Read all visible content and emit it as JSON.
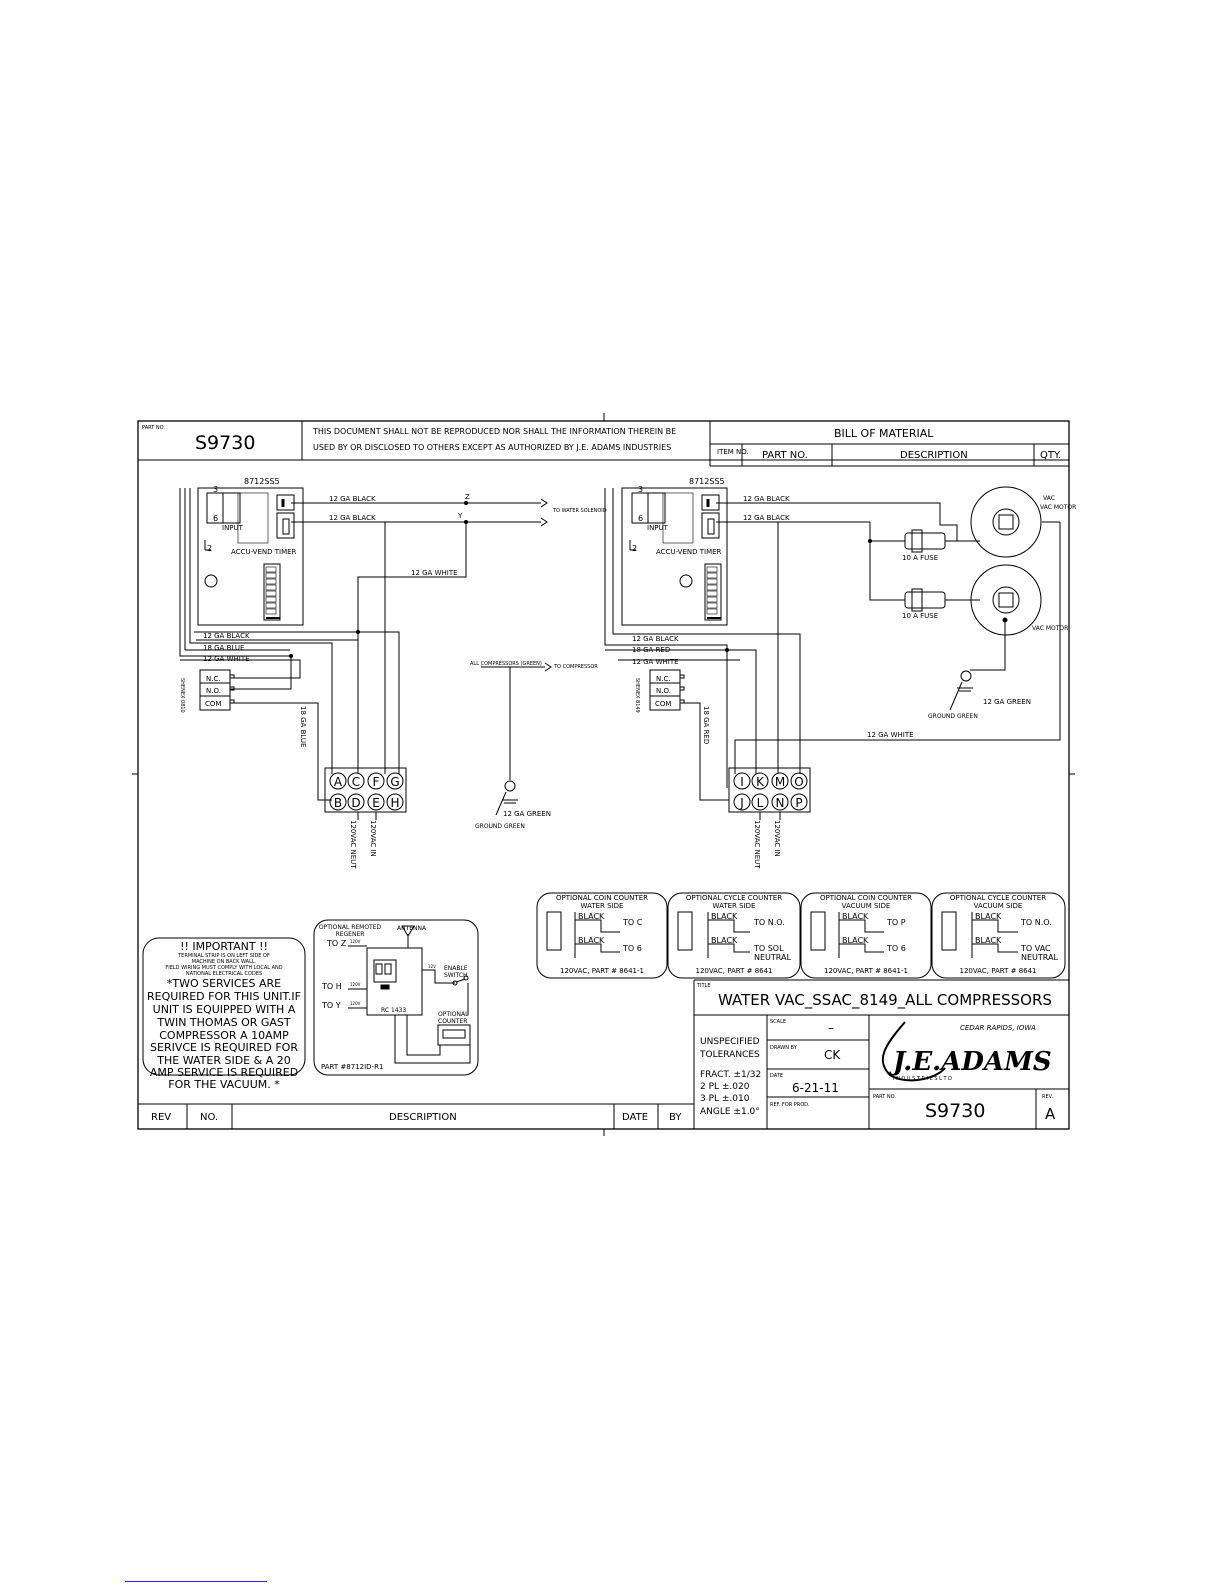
{
  "header": {
    "part_no_label": "PART NO.",
    "part_no": "S9730",
    "notice_line1": "THIS DOCUMENT SHALL NOT BE REPRODUCED NOR SHALL THE INFORMATION THEREIN BE",
    "notice_line2": "USED BY OR DISCLOSED TO OTHERS EXCEPT AS AUTHORIZED BY J.E. ADAMS INDUSTRIES",
    "bom_title": "BILL OF MATERIAL",
    "bom_cols": [
      "ITEM NO.",
      "PART NO.",
      "DESCRIPTION",
      "QTY."
    ]
  },
  "water_side": {
    "timer_part": "8712SS5",
    "timer_name": "ACCU-VEND TIMER",
    "input": "INPUT",
    "pin3": "3",
    "pin6": "6",
    "pin2": "2",
    "w1": "12 GA BLACK",
    "w2": "12 GA BLACK",
    "w3": "12 GA WHITE",
    "w4": "12 GA BLACK",
    "w5": "18 GA BLUE",
    "w6": "12 GA WHITE",
    "w7": "18 GA BLUE",
    "z": "Z",
    "y": "Y",
    "solenoid_to": "TO WATER SOLENOID",
    "relay_brand": "SHENEX 0810",
    "nc": "N.C.",
    "no": "N.O.",
    "com": "COM",
    "terminals_top": [
      "A",
      "C",
      "F",
      "G"
    ],
    "terminals_bottom": [
      "B",
      "D",
      "E",
      "H"
    ],
    "neut": "120VAC NEUT",
    "in": "120VAC IN"
  },
  "compressor": {
    "label": "ALL COMPRESSORS (GREEN)",
    "to": "TO COMPRESSOR",
    "ground_wire": "12 GA GREEN",
    "ground": "GROUND GREEN"
  },
  "vacuum_side": {
    "timer_part": "8712SS5",
    "timer_name": "ACCU-VEND TIMER",
    "input": "INPUT",
    "pin3": "3",
    "pin6": "6",
    "pin2": "2",
    "w1": "12 GA BLACK",
    "w2": "12 GA BLACK",
    "w4": "12 GA BLACK",
    "w5": "18 GA RED",
    "w6": "12 GA WHITE",
    "w7": "18 GA RED",
    "w8": "12 GA WHITE",
    "fuse": "10 A FUSE",
    "motor": "VAC MOTOR",
    "ground_wire": "12 GA GREEN",
    "ground": "GROUND GREEN",
    "relay_brand": "SHENEX 8149",
    "nc": "N.C.",
    "no": "N.O.",
    "com": "COM",
    "terminals_top": [
      "I",
      "K",
      "M",
      "O"
    ],
    "terminals_bottom": [
      "J",
      "L",
      "N",
      "P"
    ],
    "neut": "120VAC NEUT",
    "in": "120VAC IN"
  },
  "counters": [
    {
      "title1": "OPTIONAL COIN COUNTER",
      "title2": "WATER SIDE",
      "black": "BLACK",
      "to_a": "TO C",
      "to_b": "TO 6",
      "to_b2": "",
      "part": "120VAC, PART # 8641-1"
    },
    {
      "title1": "OPTIONAL CYCLE COUNTER",
      "title2": "WATER SIDE",
      "black": "BLACK",
      "to_a": "TO N.O.",
      "to_b": "TO SOL",
      "to_b2": "NEUTRAL",
      "part": "120VAC, PART # 8641"
    },
    {
      "title1": "OPTIONAL COIN COUNTER",
      "title2": "VACUUM SIDE",
      "black": "BLACK",
      "to_a": "TO P",
      "to_b": "TO 6",
      "to_b2": "",
      "part": "120VAC, PART # 8641-1"
    },
    {
      "title1": "OPTIONAL CYCLE COUNTER",
      "title2": "VACUUM SIDE",
      "black": "BLACK",
      "to_a": "TO N.O.",
      "to_b": "TO VAC",
      "to_b2": "NEUTRAL",
      "part": "120VAC, PART # 8641"
    }
  ],
  "important": {
    "title": "!!  IMPORTANT  !!",
    "small1": "TERMINAL STRIP IS ON LEFT SIDE OF",
    "small2": "MACHINE ON BACK WALL.",
    "small3": "FIELD WIRING MUST COMPLY WITH LOCAL AND",
    "small4": "NATIONAL ELECTRICAL CODES",
    "lines": [
      "*TWO SERVICES ARE",
      "REQUIRED FOR THIS UNIT.IF",
      "UNIT IS EQUIPPED WITH A",
      "TWIN THOMAS OR GAST",
      "COMPRESSOR A 10AMP",
      "SERIVCE IS REQUIRED FOR",
      "THE WATER SIDE & A 20",
      "AMP SERVICE IS REQUIRED",
      "FOR THE VACUUM. *"
    ]
  },
  "remote": {
    "title1": "OPTIONAL REMOTED",
    "title2": "REGENER",
    "antenna": "ANTENNA",
    "to_z": "TO Z",
    "to_h": "TO H",
    "to_y": "TO Y",
    "wire_a": "120V",
    "wire_b": "12V",
    "model": "RC 1433",
    "enable1": "ENABLE",
    "enable2": "SWITCH",
    "counter1": "OPTIONAL",
    "counter2": "COUNTER",
    "part": "PART #8712ID-R1"
  },
  "title_block": {
    "title_label": "TITLE",
    "title": "WATER VAC_SSAC_8149_ALL COMPRESSORS",
    "unspecified": "UNSPECIFIED",
    "tolerances": "TOLERANCES",
    "fract": "FRACT. ±1/32",
    "pl2": "2 PL  ±.020",
    "pl3": "3 PL  ±.010",
    "angle": "ANGLE ±1.0°",
    "scale_label": "SCALE",
    "scale": "–",
    "drawn_label": "DRAWN BY",
    "drawn": "CK",
    "date_label": "DATE",
    "date": "6-21-11",
    "ref_label": "REF. FOR PROD.",
    "city": "CEDAR RAPIDS, IOWA",
    "logo": "J.E.ADAMS",
    "logo_sub": "I N D U S T R I E S   L T D",
    "part_label": "PART NO.",
    "part": "S9730",
    "rev_label": "REV.",
    "rev": "A"
  },
  "rev_block": {
    "cols": [
      "REV",
      "NO.",
      "DESCRIPTION",
      "DATE",
      "BY"
    ]
  }
}
